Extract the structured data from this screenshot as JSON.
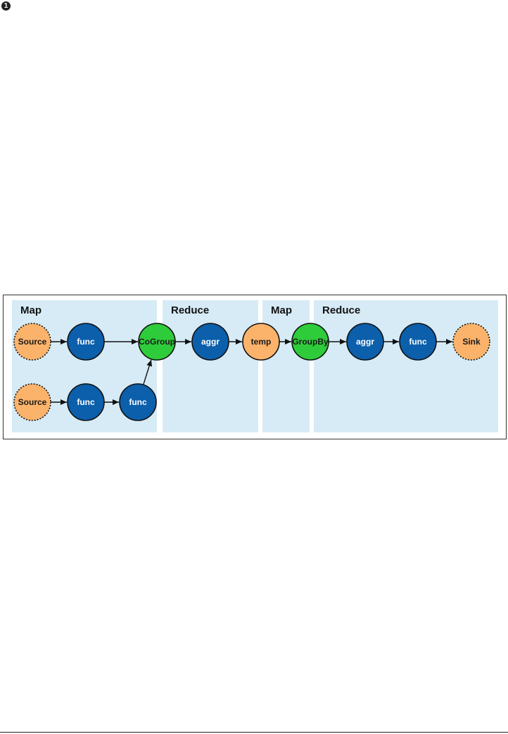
{
  "callout": "1",
  "panels": [
    {
      "label": "Map"
    },
    {
      "label": "Reduce"
    },
    {
      "label": "Map"
    },
    {
      "label": "Reduce"
    }
  ],
  "nodes": {
    "source1": {
      "label": "Source",
      "kind": "source"
    },
    "func1": {
      "label": "func",
      "kind": "function"
    },
    "cogroup": {
      "label": "CoGroup",
      "kind": "group"
    },
    "aggr1": {
      "label": "aggr",
      "kind": "function"
    },
    "temp": {
      "label": "temp",
      "kind": "temp"
    },
    "groupby": {
      "label": "GroupBy",
      "kind": "group"
    },
    "aggr2": {
      "label": "aggr",
      "kind": "function"
    },
    "func2": {
      "label": "func",
      "kind": "function"
    },
    "sink": {
      "label": "Sink",
      "kind": "sink"
    },
    "source2": {
      "label": "Source",
      "kind": "source"
    },
    "func3": {
      "label": "func",
      "kind": "function"
    },
    "func4": {
      "label": "func",
      "kind": "function"
    }
  },
  "edges": [
    [
      "source1",
      "func1"
    ],
    [
      "func1",
      "cogroup"
    ],
    [
      "cogroup",
      "aggr1"
    ],
    [
      "aggr1",
      "temp"
    ],
    [
      "temp",
      "groupby"
    ],
    [
      "groupby",
      "aggr2"
    ],
    [
      "aggr2",
      "func2"
    ],
    [
      "func2",
      "sink"
    ],
    [
      "source2",
      "func3"
    ],
    [
      "func3",
      "func4"
    ],
    [
      "func4",
      "cogroup"
    ]
  ],
  "colors": {
    "source": "#fbb36b",
    "function": "#0b5fab",
    "group": "#2ecc3a",
    "temp": "#fbb36b",
    "sink": "#fbb36b",
    "panel": "#d6ebf6"
  }
}
